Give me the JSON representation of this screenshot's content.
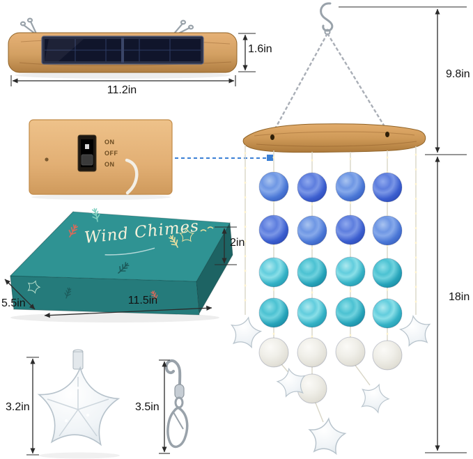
{
  "dimensions": {
    "solar_bar_width": "11.2in",
    "solar_bar_height": "1.6in",
    "box_height": "2in",
    "box_depth": "5.5in",
    "box_width": "11.5in",
    "starfish_size": "3.2in",
    "hook_length": "3.5in",
    "hanger_height": "9.8in",
    "chime_length": "18in"
  },
  "switch_panel": {
    "labels": [
      "ON",
      "OFF",
      "ON"
    ]
  },
  "box": {
    "title": "Wind Chimes"
  },
  "colors": {
    "accent": "#3a7fd5",
    "dim": "#2b2b2b",
    "wood": "#cf9a58",
    "box_teal": "#2f9393",
    "disc_blue": "#4a77d6",
    "disc_royal": "#3b5ecf",
    "disc_teal": "#35b2c6",
    "disc_white": "#efeee9"
  }
}
